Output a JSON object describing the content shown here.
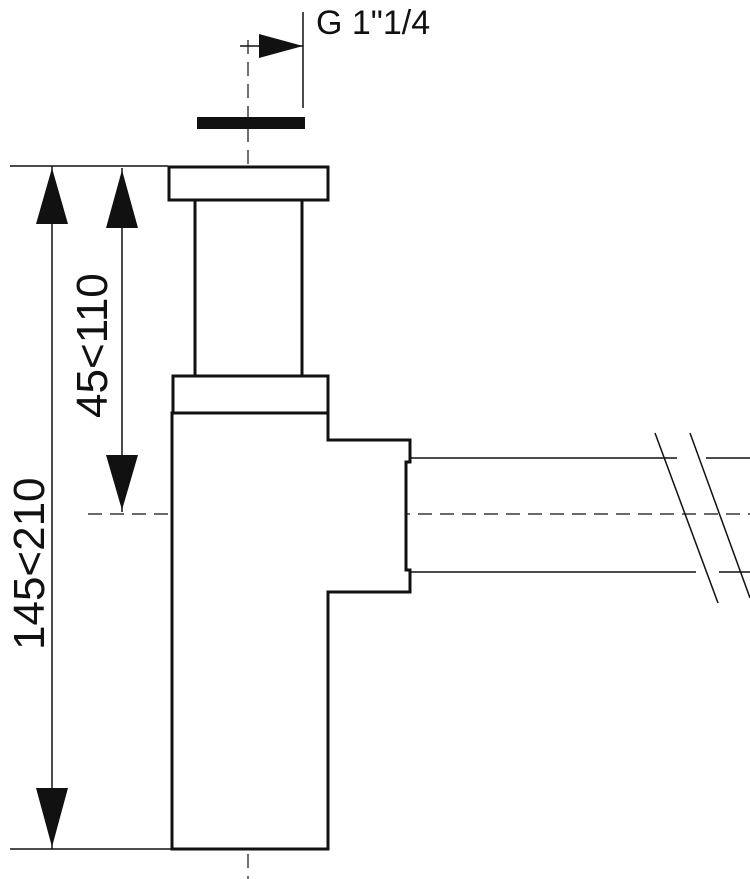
{
  "labels": {
    "thread": "G 1\"1/4",
    "total_height": "145<210",
    "upper_height": "45<110"
  },
  "colors": {
    "line": "#111111",
    "background": "#ffffff"
  }
}
